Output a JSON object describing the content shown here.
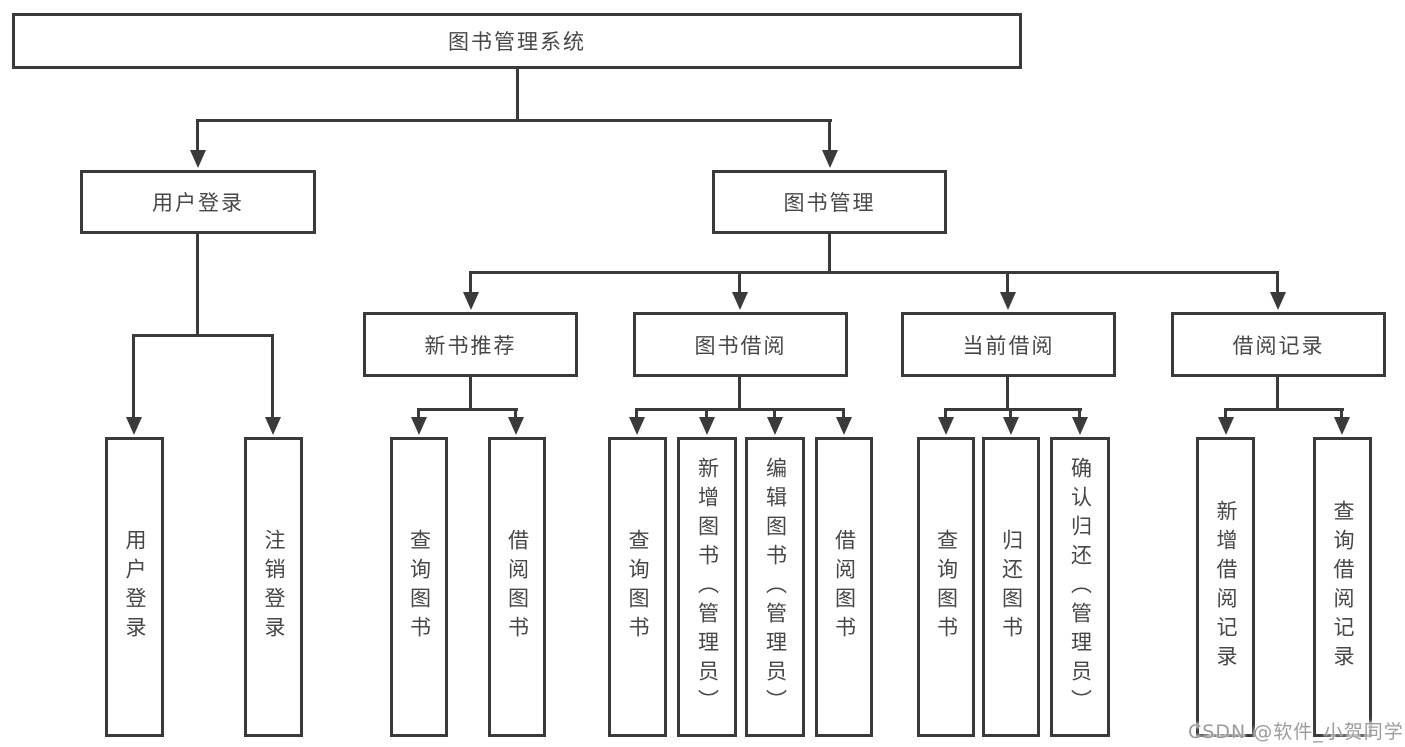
{
  "diagram": {
    "title": "图书管理系统",
    "groups": [
      {
        "label": "用户登录",
        "children": [
          "用户登录",
          "注销登录"
        ]
      },
      {
        "label": "图书管理",
        "sections": [
          {
            "label": "新书推荐",
            "children": [
              "查询图书",
              "借阅图书"
            ]
          },
          {
            "label": "图书借阅",
            "children": [
              "查询图书",
              "新增图书（管理员）",
              "编辑图书（管理员）",
              "借阅图书"
            ]
          },
          {
            "label": "当前借阅",
            "children": [
              "查询图书",
              "归还图书",
              "确认归还（管理员）"
            ]
          },
          {
            "label": "借阅记录",
            "children": [
              "新增借阅记录",
              "查询借阅记录"
            ]
          }
        ]
      }
    ]
  },
  "watermark": {
    "text": "CSDN @软件_小贺同学"
  },
  "colors": {
    "line": "#3a3a3a",
    "text": "#474747",
    "bg": "#ffffff",
    "watermark": "#9c9c9c"
  }
}
